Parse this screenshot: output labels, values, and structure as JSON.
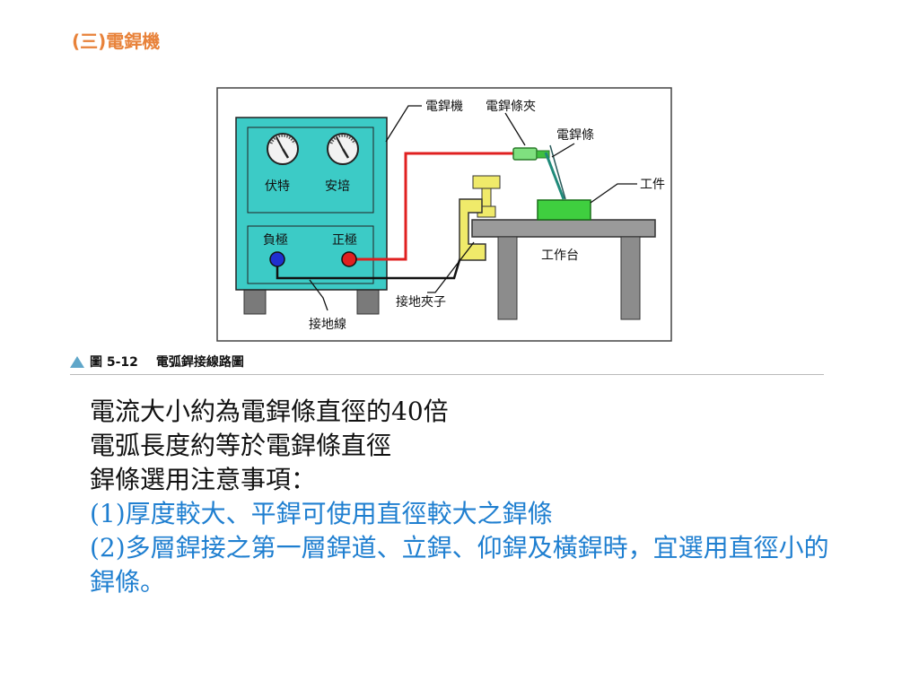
{
  "slide": {
    "title": "(三)電銲機"
  },
  "figure": {
    "labels": {
      "welder": "電銲機",
      "electrode_holder": "電銲條夾",
      "electrode": "電銲條",
      "workpiece": "工件",
      "voltmeter": "伏特",
      "ammeter": "安培",
      "negative": "負極",
      "positive": "正極",
      "worktable": "工作台",
      "ground_clamp": "接地夾子",
      "ground_wire": "接地線"
    },
    "caption_no": "圖 5-12",
    "caption_title": "電弧銲接線路圖",
    "colors": {
      "machine": "#3ccbc6",
      "positive_cable": "#e02020",
      "clamp": "#f0ea6a",
      "workpiece": "#3fcf3f",
      "table": "#8c8c8c"
    }
  },
  "content": {
    "line1": "電流大小約為電銲條直徑的40倍",
    "line2": "電弧長度約等於電銲條直徑",
    "line3": "銲條選用注意事項：",
    "item1": "(1)厚度較大、平銲可使用直徑較大之銲條",
    "item2": "(2)多層銲接之第一層銲道、立銲、仰銲及橫銲時，宜選用直徑小的銲條。"
  }
}
